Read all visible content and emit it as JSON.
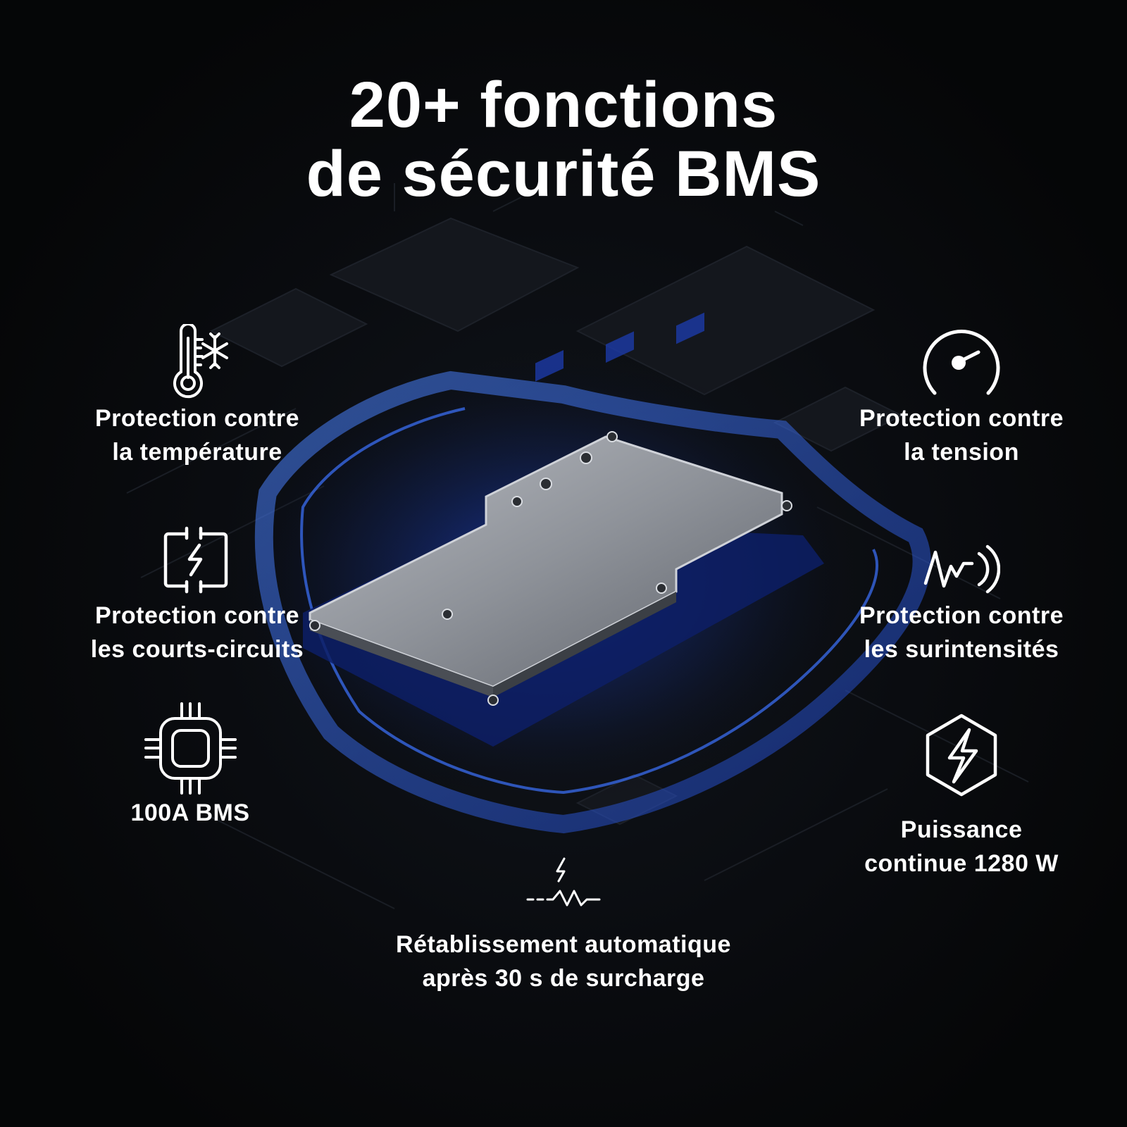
{
  "headline": {
    "line1": "20+ fonctions",
    "line2": "de sécurité BMS"
  },
  "features": {
    "temperature": {
      "icon": "thermometer-snowflake-icon",
      "line1": "Protection contre",
      "line2": "la température"
    },
    "short_circuit": {
      "icon": "short-circuit-icon",
      "line1": "Protection contre",
      "line2": "les courts-circuits"
    },
    "bms": {
      "icon": "chip-icon",
      "line1": "100A BMS"
    },
    "voltage": {
      "icon": "gauge-icon",
      "line1": "Protection contre",
      "line2": "la tension"
    },
    "overcurrent": {
      "icon": "pulse-wave-icon",
      "line1": "Protection contre",
      "line2": "les surintensités"
    },
    "power": {
      "icon": "hexagon-bolt-icon",
      "line1": "Puissance",
      "line2": "continue 1280 W"
    },
    "auto_reset": {
      "icon": "surge-reset-icon",
      "line1": "Rétablissement automatique",
      "line2": "après 30 s de surcharge"
    }
  },
  "colors": {
    "background": "#050607",
    "text": "#ffffff",
    "accent_glow": "#2f6cff"
  }
}
